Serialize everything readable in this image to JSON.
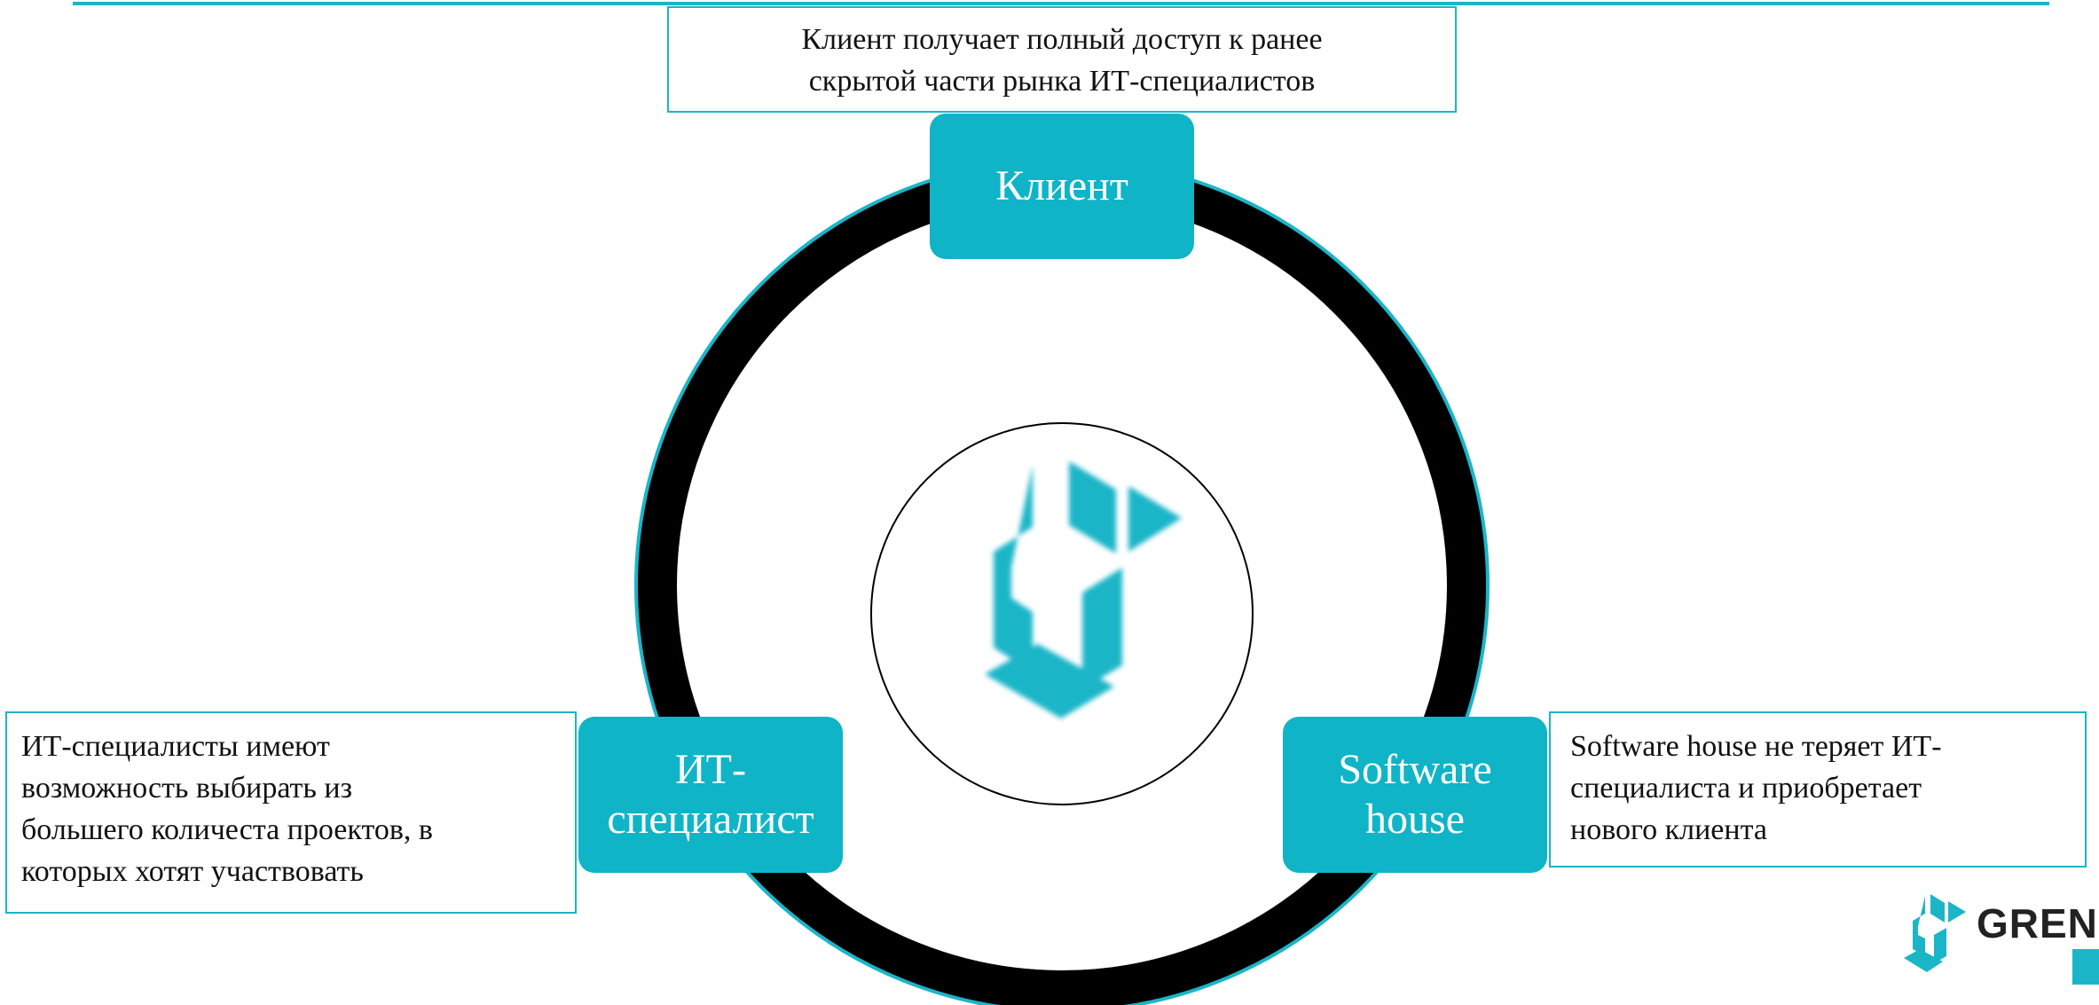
{
  "colors": {
    "accent": "#0fb4c7",
    "border": "#1bb5c8",
    "ring": "#000000",
    "text": "#111111"
  },
  "nodes": {
    "client": {
      "label": "Клиент"
    },
    "it_specialist": {
      "label_lines": [
        "ИТ-",
        "специалист"
      ]
    },
    "software_house": {
      "label_lines": [
        "Software",
        "house"
      ]
    }
  },
  "descriptions": {
    "client": {
      "lines": [
        "Клиент получает полный доступ к ранее",
        "скрытой части рынка ИТ-специалистов"
      ]
    },
    "it_specialist": {
      "lines": [
        "ИТ-специалисты имеют",
        "возможность выбирать из",
        "большего количеста проектов, в",
        "которых хотят участвовать"
      ]
    },
    "software_house": {
      "lines": [
        "Software house не теряет ИТ-",
        "специалиста и приобретает",
        "нового клиента"
      ]
    }
  },
  "center": {
    "icon": "grenade-logo-icon"
  },
  "brand": {
    "text": "GRENA",
    "icon": "grenade-logo-icon"
  }
}
